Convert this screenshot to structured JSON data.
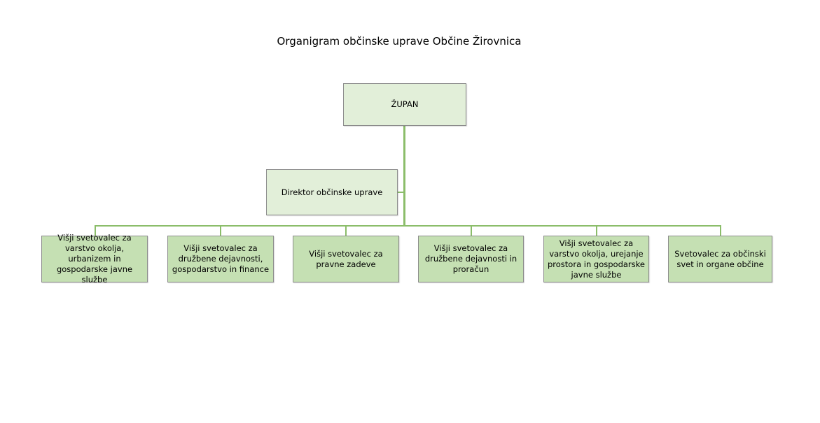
{
  "title": "Organigram občinske uprave Občine Žirovnica",
  "colors": {
    "top_box_fill": "#e2efd9",
    "staff_box_fill": "#c5e0b3",
    "connector": "#8bbd6a",
    "box_border": "#8c8c8c"
  },
  "top": {
    "label": "ŽUPAN"
  },
  "assistant": {
    "label": "Direktor občinske uprave"
  },
  "staff": [
    {
      "label": "Višji svetovalec za varstvo okolja, urbanizem in gospodarske javne službe"
    },
    {
      "label": "Višji svetovalec za družbene dejavnosti, gospodarstvo in finance"
    },
    {
      "label": "Višji svetovalec za pravne zadeve"
    },
    {
      "label": "Višji svetovalec za družbene dejavnosti in proračun"
    },
    {
      "label": "Višji svetovalec za varstvo okolja, urejanje prostora in gospodarske javne službe"
    },
    {
      "label": "Svetovalec za občinski svet in organe občine"
    }
  ]
}
